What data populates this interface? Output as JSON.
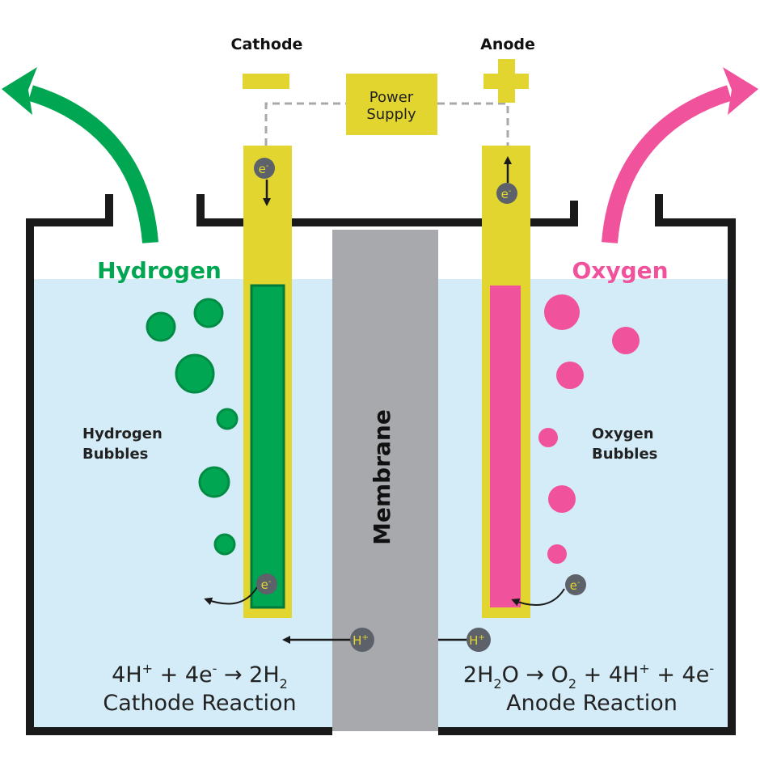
{
  "labels": {
    "cathode": "Cathode",
    "anode": "Anode",
    "power_supply_line1": "Power",
    "power_supply_line2": "Supply",
    "hydrogen": "Hydrogen",
    "oxygen": "Oxygen",
    "hydrogen_bubbles_line1": "Hydrogen",
    "hydrogen_bubbles_line2": "Bubbles",
    "oxygen_bubbles_line1": "Oxygen",
    "oxygen_bubbles_line2": "Bubbles",
    "membrane": "Membrane",
    "cathode_reaction": "Cathode Reaction",
    "anode_reaction": "Anode Reaction"
  },
  "particles": {
    "electron": "e",
    "electron_charge": "-",
    "proton": "H",
    "proton_charge": "+"
  },
  "equations": {
    "cathode": {
      "p1": "4H",
      "p1_sup": "+",
      "p2": " + 4e",
      "p2_sup": "-",
      "p3": " → 2H",
      "p3_sub": "2"
    },
    "anode": {
      "p1": "2H",
      "p1_sub": "2",
      "p2": "O → O",
      "p2_sub": "2",
      "p3": " + 4H",
      "p3_sup": "+",
      "p4": " + 4e",
      "p4_sup": "-"
    }
  },
  "colors": {
    "hydrogen_green": "#00a651",
    "oxygen_pink": "#f0529c",
    "electrode_yellow": "#e2d530",
    "membrane_gray": "#a7a9ac",
    "water_blue": "#d4ecf7",
    "tank_black": "#1a1a1a",
    "particle_gray": "#5d6169"
  }
}
